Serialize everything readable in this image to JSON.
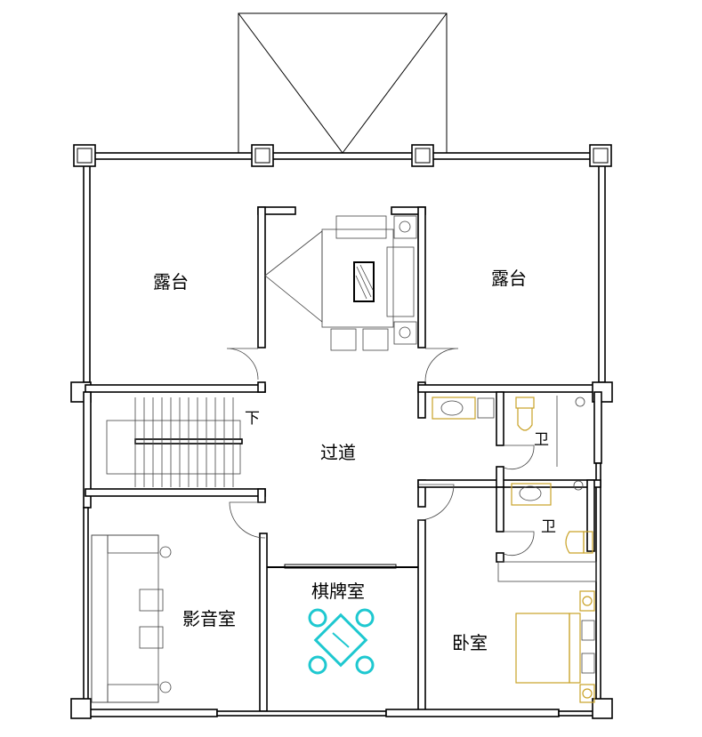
{
  "plan": {
    "rooms": {
      "terrace_left": "露台",
      "terrace_right": "露台",
      "corridor": "过道",
      "stairs_down": "下",
      "bathroom_1": "卫",
      "bathroom_2": "卫",
      "media_room": "影音室",
      "chess_room": "棋牌室",
      "bedroom": "卧室"
    },
    "colors": {
      "wall": "#000000",
      "fixture": "#c9a227",
      "table": "#1ec8d0"
    }
  }
}
